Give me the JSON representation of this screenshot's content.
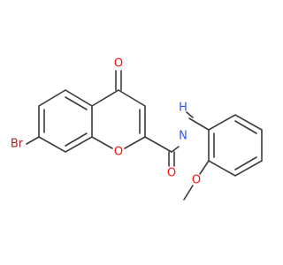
{
  "molecule": {
    "atoms": {
      "br": "Br",
      "o_carbonyl_top": "O",
      "o_ring": "O",
      "o_amide": "O",
      "nh": "N",
      "h_on_n": "H",
      "o_methoxy": "O"
    },
    "colors": {
      "bond": "#3b3b3b",
      "oxygen": "#ff0d0d",
      "nitrogen": "#3050f8",
      "bromine": "#a62929"
    }
  }
}
